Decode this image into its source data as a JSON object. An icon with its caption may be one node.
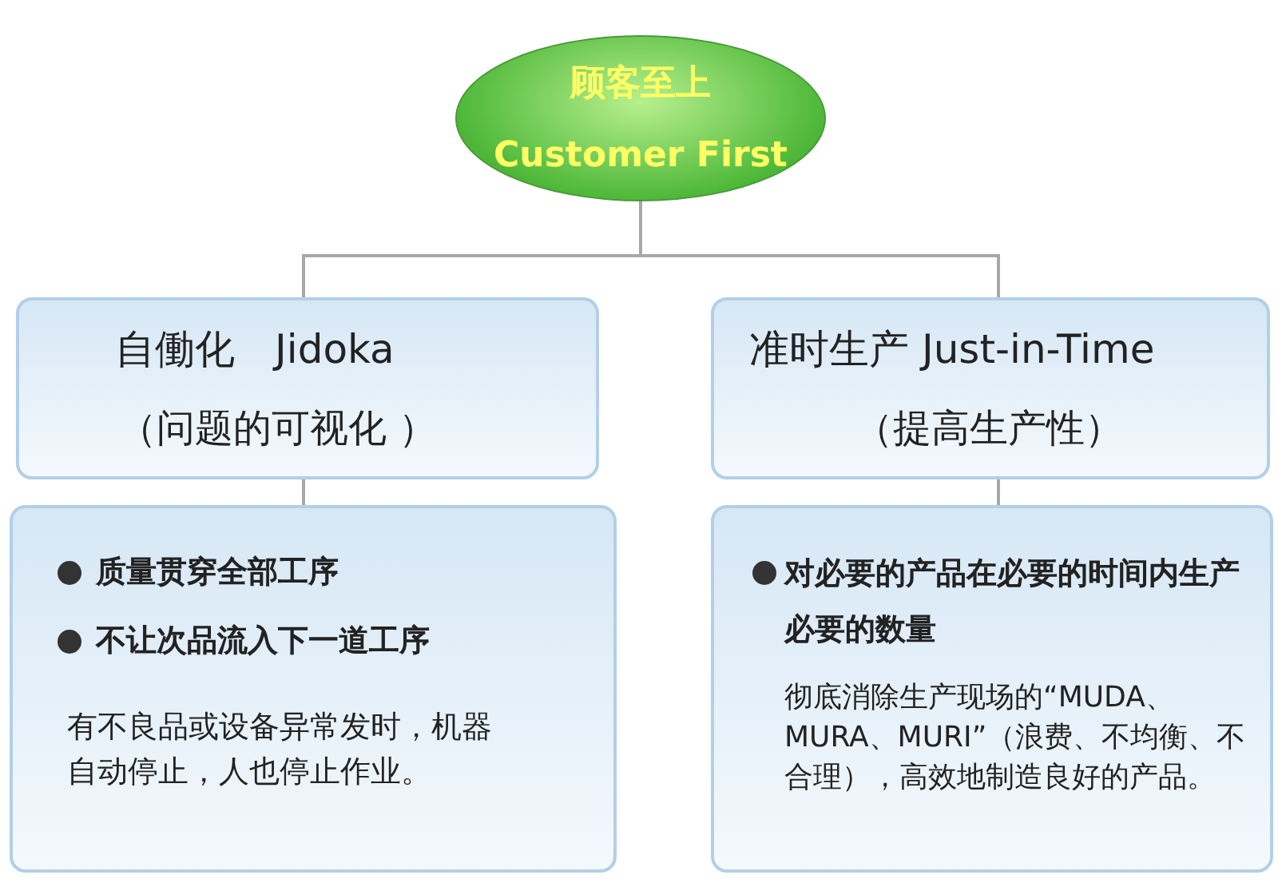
{
  "diagram": {
    "nodes": [
      {
        "text": [
          "顾客至上",
          "Customer First"
        ]
      },
      {
        "text": [
          "自働化　Jidoka",
          "（问题的可视化 ）"
        ]
      },
      {
        "text": [
          "准时生产 Just-in-Time",
          "（提高生产性）"
        ]
      },
      {
        "text": [
          "质量贯穿全部工序",
          "不让次品流入下一道工序",
          "有不良品或设备异常发时，机器自动停止，人也停止作业。"
        ]
      },
      {
        "text": [
          "对必要的产品在必要的时间内生产必要的数量",
          "彻底消除生产现场的“MUDA、MURA、MURI”（浪费、不均衡、不合理），高效地制造良好的产品。"
        ]
      }
    ],
    "edges": [
      {
        "from": 0,
        "to": 1,
        "arrow": "none"
      },
      {
        "from": 0,
        "to": 2,
        "arrow": "none"
      },
      {
        "from": 1,
        "to": 3,
        "arrow": "none"
      },
      {
        "from": 2,
        "to": 4,
        "arrow": "none"
      }
    ]
  }
}
